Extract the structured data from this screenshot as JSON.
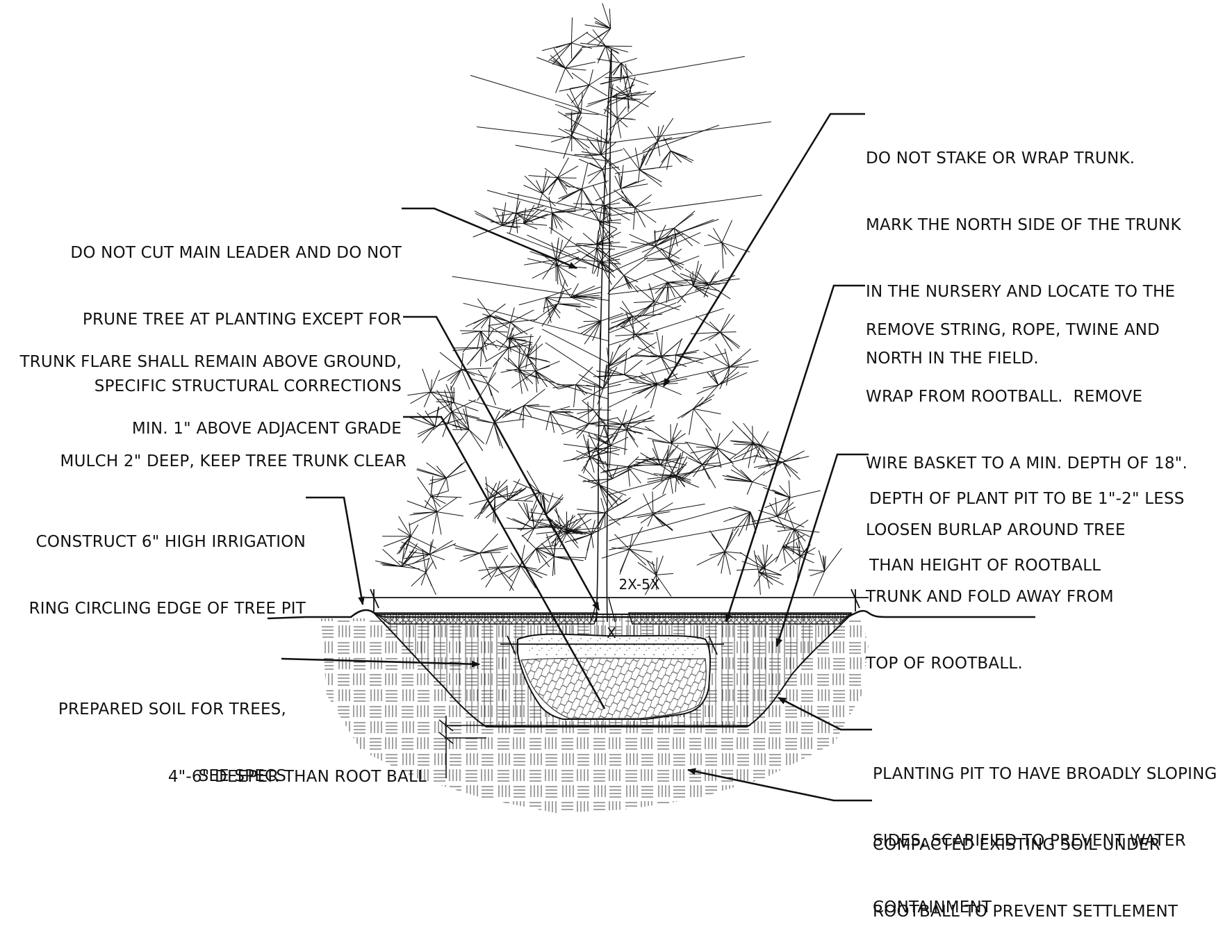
{
  "notes": {
    "main_leader": [
      "DO NOT CUT MAIN LEADER AND DO NOT",
      "PRUNE TREE AT PLANTING EXCEPT FOR",
      "SPECIFIC STRUCTURAL CORRECTIONS"
    ],
    "trunk_flare": [
      "TRUNK FLARE SHALL REMAIN ABOVE GROUND,",
      "MIN. 1\" ABOVE ADJACENT GRADE"
    ],
    "mulch": [
      "MULCH 2\" DEEP, KEEP TREE TRUNK CLEAR"
    ],
    "irrigation_ring": [
      "CONSTRUCT 6\" HIGH IRRIGATION",
      "RING CIRCLING EDGE OF TREE PIT"
    ],
    "prepared_soil": [
      "PREPARED SOIL FOR TREES,",
      "SEE SPECS"
    ],
    "deeper": [
      "4\"-6\" DEEPER THAN ROOT BALL"
    ],
    "stake": [
      "DO NOT STAKE OR WRAP TRUNK.",
      "MARK THE NORTH SIDE OF THE TRUNK",
      "IN THE NURSERY AND LOCATE TO THE",
      "NORTH IN THE FIELD."
    ],
    "remove_string": [
      "REMOVE STRING, ROPE, TWINE AND",
      "WRAP FROM ROOTBALL.  REMOVE",
      "WIRE BASKET TO A MIN. DEPTH OF 18\".",
      "LOOSEN BURLAP AROUND TREE",
      "TRUNK AND FOLD AWAY FROM",
      "TOP OF ROOTBALL."
    ],
    "pit_depth": [
      "DEPTH OF PLANT PIT TO BE 1\"-2\" LESS",
      "THAN HEIGHT OF ROOTBALL"
    ],
    "sloping_sides": [
      "PLANTING PIT TO HAVE BROADLY SLOPING",
      "SIDES, SCARIFIED TO PREVENT WATER",
      "CONTAINMENT"
    ],
    "compacted": [
      "COMPACTED EXISTING SOIL UNDER",
      "ROOTBALL TO PREVENT SETTLEMENT"
    ]
  },
  "dimensions": {
    "pit_width": "2X-5X",
    "rootball_width": "X"
  }
}
